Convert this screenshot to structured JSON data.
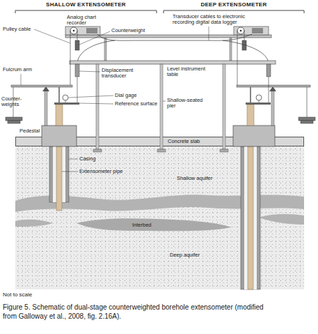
{
  "diagram": {
    "caption": "Figure 5. Schematic of dual-stage counterweighted borehole extensometer (modified from Galloway et al., 2008, fig. 2.16A).",
    "nodes": [
      {
        "text": [
          "Concrete slab"
        ]
      },
      {
        "text": [
          "Shallow aquifer",
          "Deep aquifer"
        ]
      }
    ],
    "labels": [
      "SHALLOW EXTENSOMETER",
      "DEEP EXTENSOMETER",
      "Analog chart recorder",
      "Transducer cables to electronic recording digital data logger",
      "Pulley cable",
      "Counterweight",
      "Level instrument table",
      "Fulcrum arm",
      "Displacement transducer",
      "Counter-weights",
      "Dial gage",
      "Reference surface",
      "Shallow-seated pier",
      "Pedestal",
      "Casing",
      "Extensometer pipe",
      "Interbed",
      "Not to scale"
    ]
  }
}
